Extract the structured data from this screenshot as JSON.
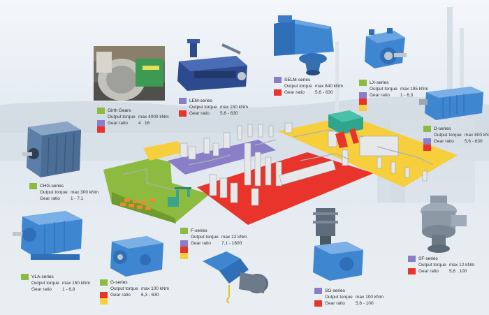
{
  "colors": {
    "green": "#8dbb3f",
    "purple": "#8b7ec8",
    "red": "#e8342a",
    "yellow": "#f7cf3c",
    "gearbox_blue": "#3f7fc4",
    "gearbox_dark": "#2c5f9a"
  },
  "gearboxes": {
    "girth": {
      "title": "Girth Gears",
      "torque_label": "Output torque",
      "torque_value": "max 4000 kNm",
      "ratio_label": "Gear ratio",
      "ratio_value": "4 . 16"
    },
    "lem": {
      "title": "LEM-series",
      "torque_label": "Output torque",
      "torque_value": "max 150 kNm",
      "ratio_label": "Gear ratio",
      "ratio_value": "5,6 - 630"
    },
    "selm": {
      "title": "SELM-series",
      "torque_label": "Output torque",
      "torque_value": "max 840 kNm",
      "ratio_label": "Gear ratio",
      "ratio_value": "5,6 - 630"
    },
    "lx": {
      "title": "LX-series",
      "torque_label": "Output torque",
      "torque_value": "max 195 kNm",
      "ratio_label": "Gear ratio",
      "ratio_value": "1 - 6,3"
    },
    "d": {
      "title": "D-series",
      "torque_label": "Output torque",
      "torque_value": "max 800 kNm",
      "ratio_label": "Gear ratio",
      "ratio_value": "5,6 - 630"
    },
    "chg": {
      "title": "CHG-series",
      "torque_label": "Output torque",
      "torque_value": "max 300 kNm",
      "ratio_label": "Gear ratio",
      "ratio_value": "1 - 7,1"
    },
    "f": {
      "title": "F-series",
      "torque_label": "Output torque",
      "torque_value": "max 12 kNm",
      "ratio_label": "Gear ratio",
      "ratio_value": "7,1 - 1600"
    },
    "sf": {
      "title": "SF-series",
      "torque_label": "Output torque",
      "torque_value": "max 12 kNm",
      "ratio_label": "Gear ratio",
      "ratio_value": "5,6 . 100"
    },
    "vla": {
      "title": "VLA-series",
      "torque_label": "Output torque",
      "torque_value": "max 150 kNm",
      "ratio_label": "Gear ratio",
      "ratio_value": "1 - 6,8"
    },
    "g": {
      "title": "G-series",
      "torque_label": "Output torque",
      "torque_value": "max 100 kNm",
      "ratio_label": "Gear ratio",
      "ratio_value": "6,3 - 630"
    },
    "sg": {
      "title": "SG-series",
      "torque_label": "Output torque",
      "torque_value": "max 100 kNm",
      "ratio_label": "Gear ratio",
      "ratio_value": "5,6 - 100"
    }
  }
}
